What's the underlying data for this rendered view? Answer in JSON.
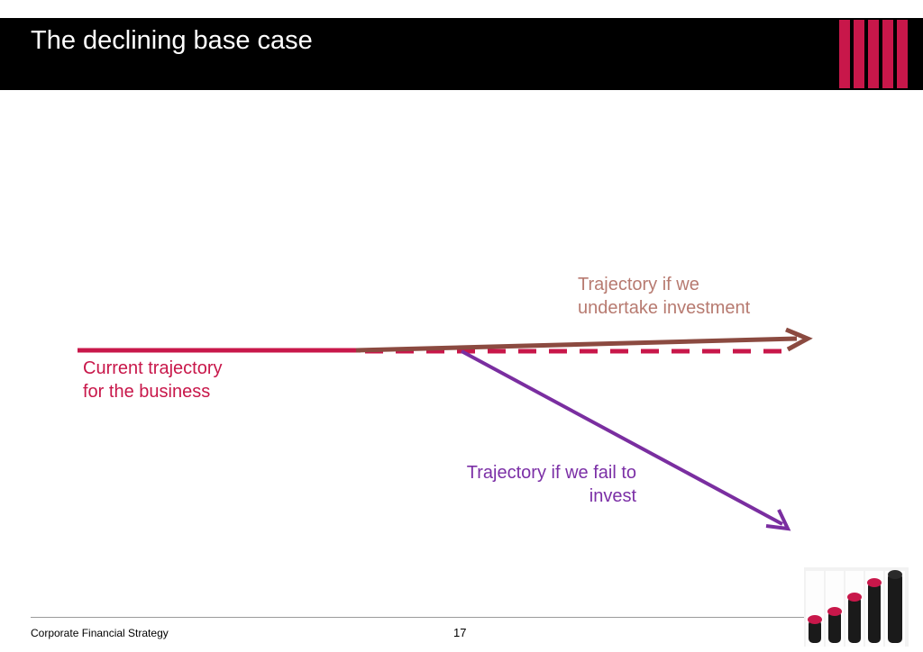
{
  "header": {
    "title": "The declining base case",
    "background": "#000000",
    "stripe_color": "#c8174a"
  },
  "diagram": {
    "labels": {
      "invest": "Trajectory if we\nundertake investment",
      "current": "Current trajectory\nfor the business",
      "fail": "Trajectory if we fail to\ninvest"
    },
    "colors": {
      "current": "#c8174a",
      "invest": "#8b4a40",
      "invest_label": "#b77a70",
      "fail": "#7a2ea0",
      "fail_label": "#7b2fa6"
    }
  },
  "footer": {
    "left_text": "Corporate Financial Strategy",
    "page_number": "17"
  },
  "image": {
    "icon": "stacked-coins-photo-icon"
  }
}
